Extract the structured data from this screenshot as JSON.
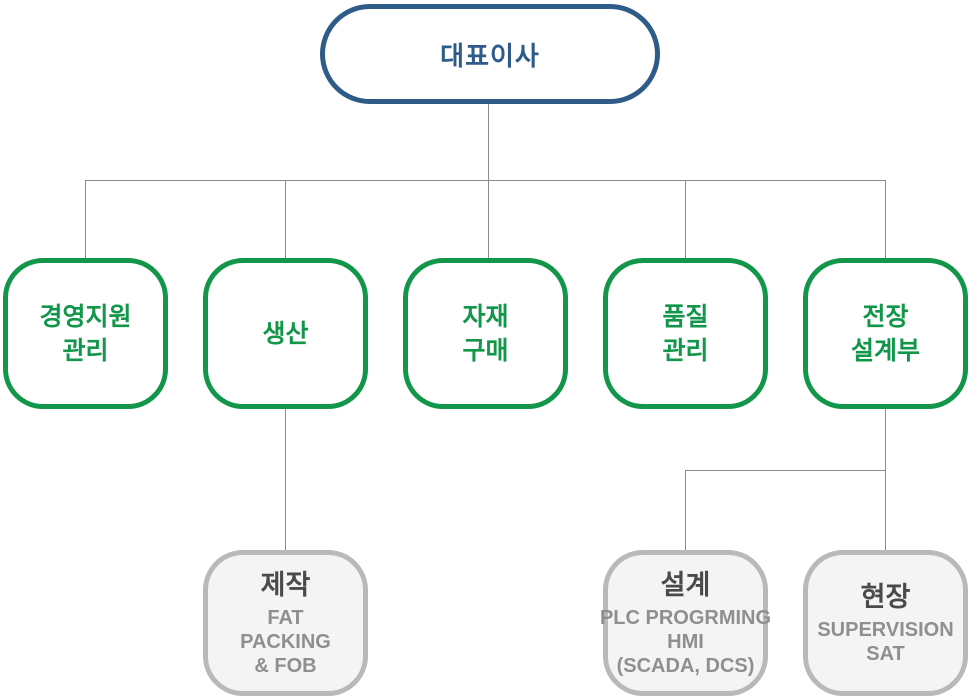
{
  "colors": {
    "accent-blue": "#2e5b87",
    "accent-green": "#12964a",
    "gray-border": "#b9b9b9",
    "gray-fill": "#f4f4f4",
    "gray-title": "#4a4a4a",
    "gray-sub": "#8f8f8f",
    "connector": "#8a8a8a"
  },
  "org": {
    "root": {
      "label": "대표이사"
    },
    "departments": [
      {
        "label_lines": [
          "경영지원",
          "관리"
        ]
      },
      {
        "label_lines": [
          "생산"
        ]
      },
      {
        "label_lines": [
          "자재",
          "구매"
        ]
      },
      {
        "label_lines": [
          "품질",
          "관리"
        ]
      },
      {
        "label_lines": [
          "전장",
          "설계부"
        ]
      }
    ],
    "teams": [
      {
        "title": "제작",
        "details": [
          "FAT",
          "PACKING",
          "& FOB"
        ]
      },
      {
        "title": "설계",
        "details": [
          "PLC PROGRMING",
          "HMI",
          "(SCADA, DCS)"
        ]
      },
      {
        "title": "현장",
        "details": [
          "SUPERVISION",
          "SAT"
        ]
      }
    ]
  }
}
